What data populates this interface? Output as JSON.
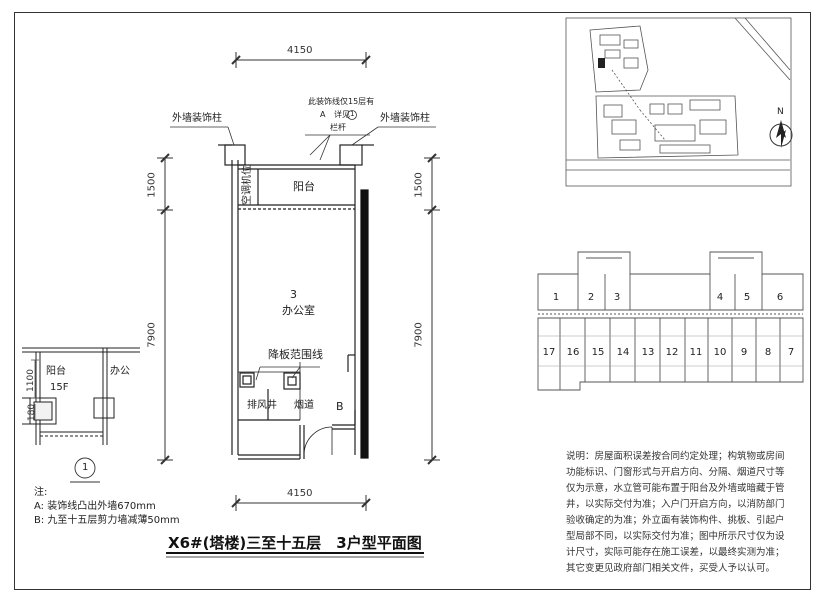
{
  "plan": {
    "dim_top": "4150",
    "dim_bottom": "4150",
    "dim_left_upper": "1500",
    "dim_left_lower": "7900",
    "dim_right_upper": "1500",
    "dim_right_lower": "7900",
    "callout_line1": "此装饰线仅15层有",
    "callout_line2": "A",
    "callout_line2b": "详见",
    "callout_ref": "1",
    "callout_railing": "栏杆",
    "label_deco_col_left": "外墙装饰柱",
    "label_deco_col_right": "外墙装饰柱",
    "label_ac": "空调机位",
    "room_balcony": "阳台",
    "room_number": "3",
    "room_office": "办公室",
    "label_lower_ceiling": "降板范围线",
    "label_exhaust": "排风井",
    "label_flue": "烟道",
    "label_b": "B"
  },
  "detail": {
    "balcony": "阳台",
    "office": "办公",
    "floor": "15F",
    "dim_1100": "1100",
    "dim_180": "180",
    "ref_number": "1"
  },
  "notes": {
    "heading": "注:",
    "note_a": "A: 装饰线凸出外墙670mm",
    "note_b": "B: 九至十五层剪力墙减薄50mm"
  },
  "title": "X6#(塔楼)三至十五层　3户型平面图",
  "key_plan": {
    "units_top": [
      "1",
      "2",
      "3",
      "4",
      "5",
      "6"
    ],
    "units_bottom": [
      "17",
      "16",
      "15",
      "14",
      "13",
      "12",
      "11",
      "10",
      "9",
      "8",
      "7"
    ]
  },
  "compass_label": "N",
  "description": "说明：房屋面积误差按合同约定处理；构筑物或房间功能标识、门窗形式与开启方向、分隔、烟道尺寸等仅为示意，水立管可能布置于阳台及外墙或暗藏于管井，以实际交付为准；入户门开启方向，以消防部门验收确定的为准；外立面有装饰构件、挑板、引起户型局部不同，以实际交付为准；图中所示尺寸仅为设计尺寸，实际可能存在施工误差，以最终实测为准；其它变更见政府部门相关文件，买受人予以认可。"
}
